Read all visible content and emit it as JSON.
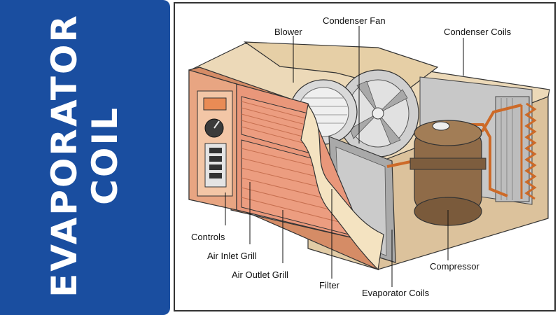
{
  "title": {
    "line1": "EVAPORATOR",
    "line2": "COIL"
  },
  "colors": {
    "panel": "#1a4ea0",
    "housing": "#ecd9b8",
    "front_panel": "#e8a582",
    "grill": "#e9977a",
    "copper": "#cd6a28",
    "compressor": "#8f6b48",
    "metal": "#b9b9b9"
  },
  "labels": {
    "blower": "Blower",
    "condenser_fan": "Condenser Fan",
    "condenser_coils": "Condenser Coils",
    "controls": "Controls",
    "air_inlet_grill": "Air Inlet Grill",
    "air_outlet_grill": "Air Outlet Grill",
    "filter": "Filter",
    "evaporator_coils": "Evaporator Coils",
    "compressor": "Compressor"
  }
}
